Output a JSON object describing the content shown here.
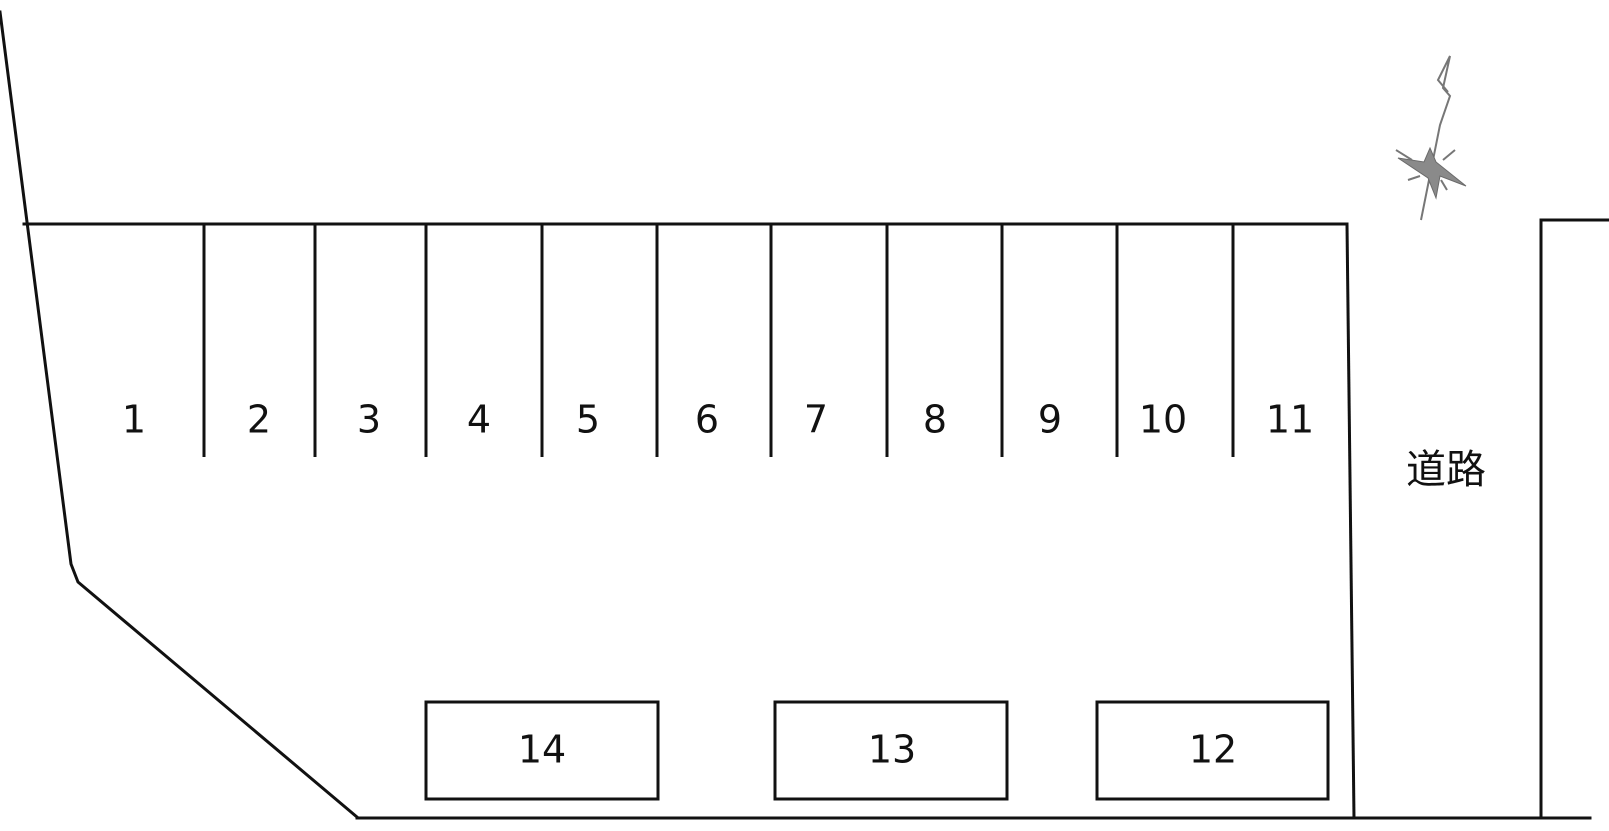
{
  "parking_map": {
    "road_label": "道路",
    "spaces_top": [
      "1",
      "2",
      "3",
      "4",
      "5",
      "6",
      "7",
      "8",
      "9",
      "10",
      "11"
    ],
    "spaces_bottom": [
      "14",
      "13",
      "12"
    ],
    "compass_icon": "north-arrow-compass-icon",
    "line_color": "#111111"
  }
}
